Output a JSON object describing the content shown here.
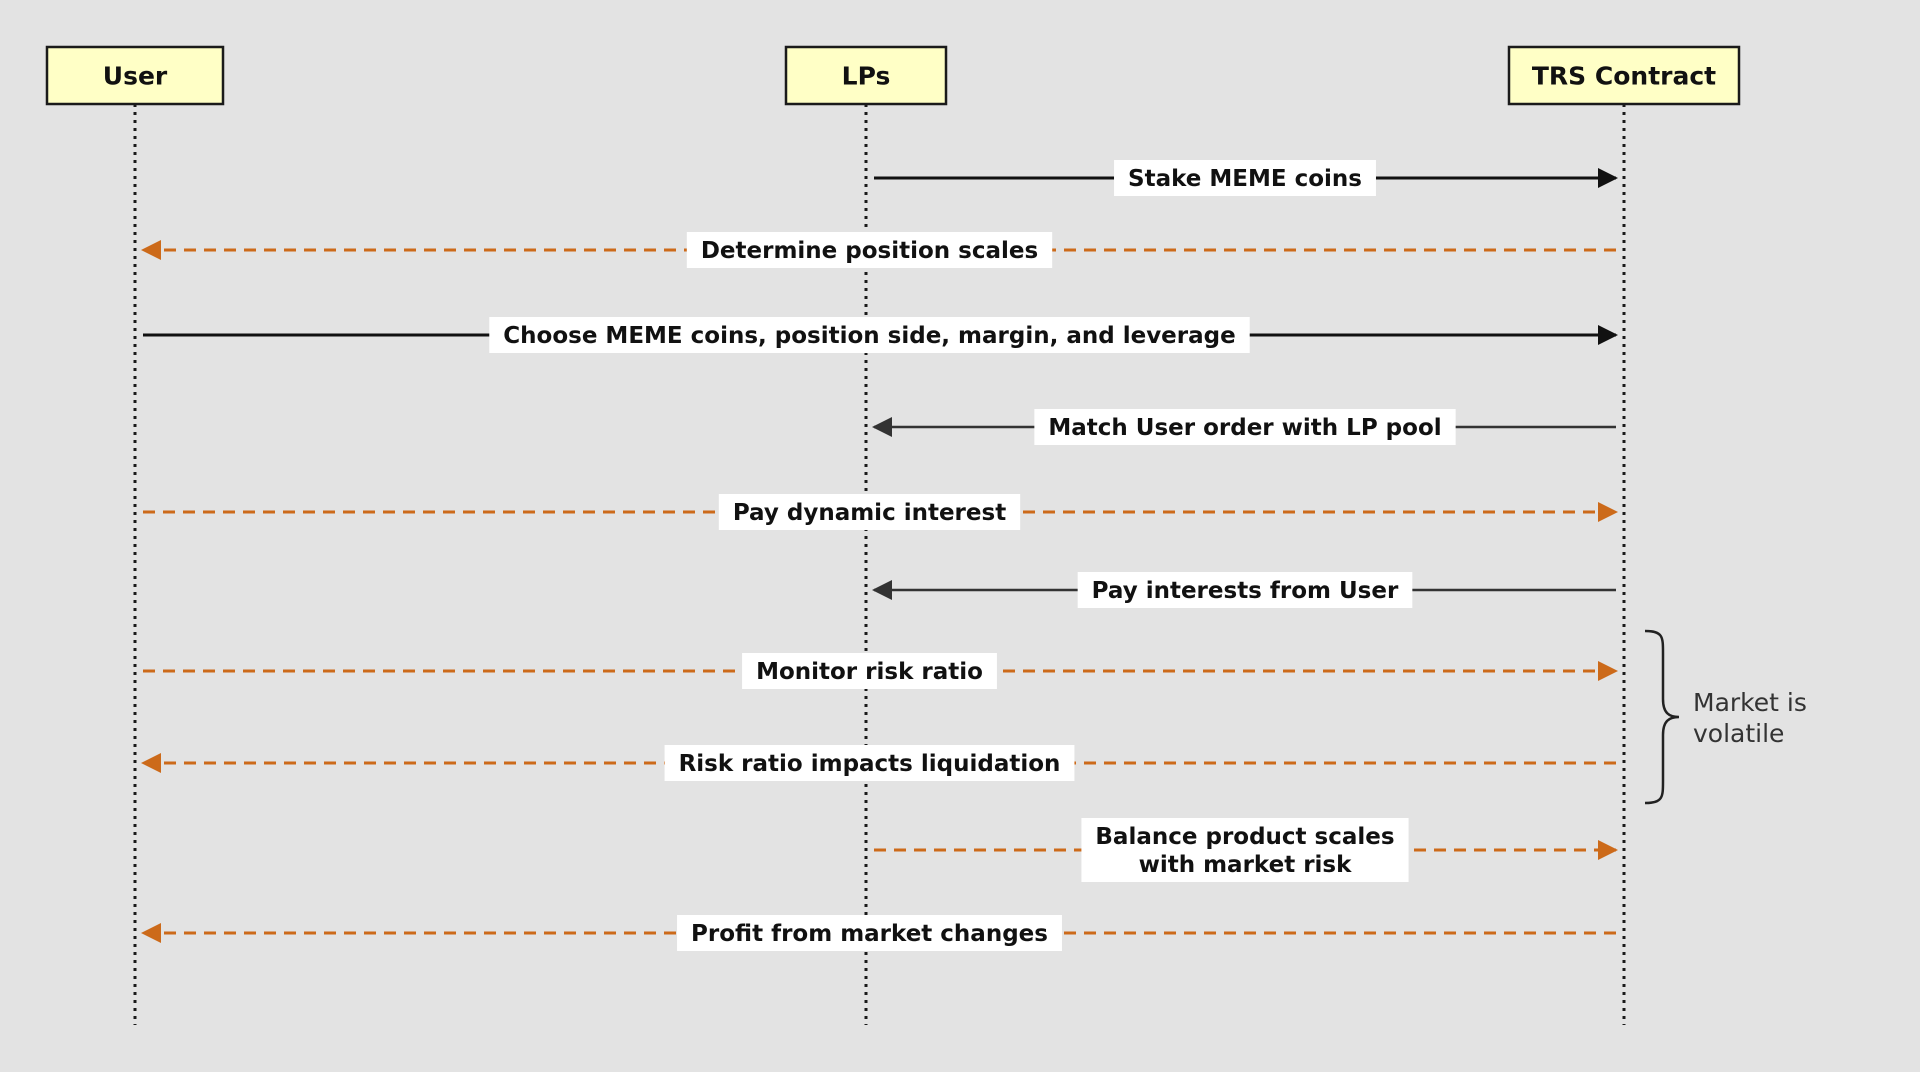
{
  "colors": {
    "background": "#e3e3e3",
    "actor_fill": "#ffffc6",
    "actor_stroke": "#1a1a1a",
    "lifeline": "#1a1a1a",
    "solid_arrow": "#111111",
    "return_arrow": "#333333",
    "dashed_arrow": "#cc6a1a",
    "label_bg": "#ffffff"
  },
  "actors": [
    {
      "id": "user",
      "label": "User"
    },
    {
      "id": "lps",
      "label": "LPs"
    },
    {
      "id": "trs",
      "label": "TRS Contract"
    }
  ],
  "messages": [
    {
      "from": "lps",
      "to": "trs",
      "style": "solid",
      "lines": [
        "Stake MEME coins"
      ]
    },
    {
      "from": "trs",
      "to": "user",
      "style": "dashed",
      "lines": [
        "Determine position scales"
      ]
    },
    {
      "from": "user",
      "to": "trs",
      "style": "solid",
      "lines": [
        "Choose MEME coins, position side, margin, and leverage"
      ]
    },
    {
      "from": "trs",
      "to": "lps",
      "style": "return",
      "lines": [
        "Match User order with LP pool"
      ]
    },
    {
      "from": "user",
      "to": "trs",
      "style": "dashed",
      "lines": [
        "Pay dynamic interest"
      ]
    },
    {
      "from": "trs",
      "to": "lps",
      "style": "return",
      "lines": [
        "Pay interests from User"
      ]
    },
    {
      "from": "user",
      "to": "trs",
      "style": "dashed",
      "lines": [
        "Monitor risk ratio"
      ]
    },
    {
      "from": "trs",
      "to": "user",
      "style": "dashed",
      "lines": [
        "Risk ratio impacts liquidation"
      ]
    },
    {
      "from": "lps",
      "to": "trs",
      "style": "dashed",
      "lines": [
        "Balance product scales",
        "with market risk"
      ]
    },
    {
      "from": "trs",
      "to": "user",
      "style": "dashed",
      "lines": [
        "Profit from market changes"
      ]
    }
  ],
  "note": {
    "lines": [
      "Market is",
      "volatile"
    ],
    "spans_messages": [
      6,
      7
    ]
  }
}
